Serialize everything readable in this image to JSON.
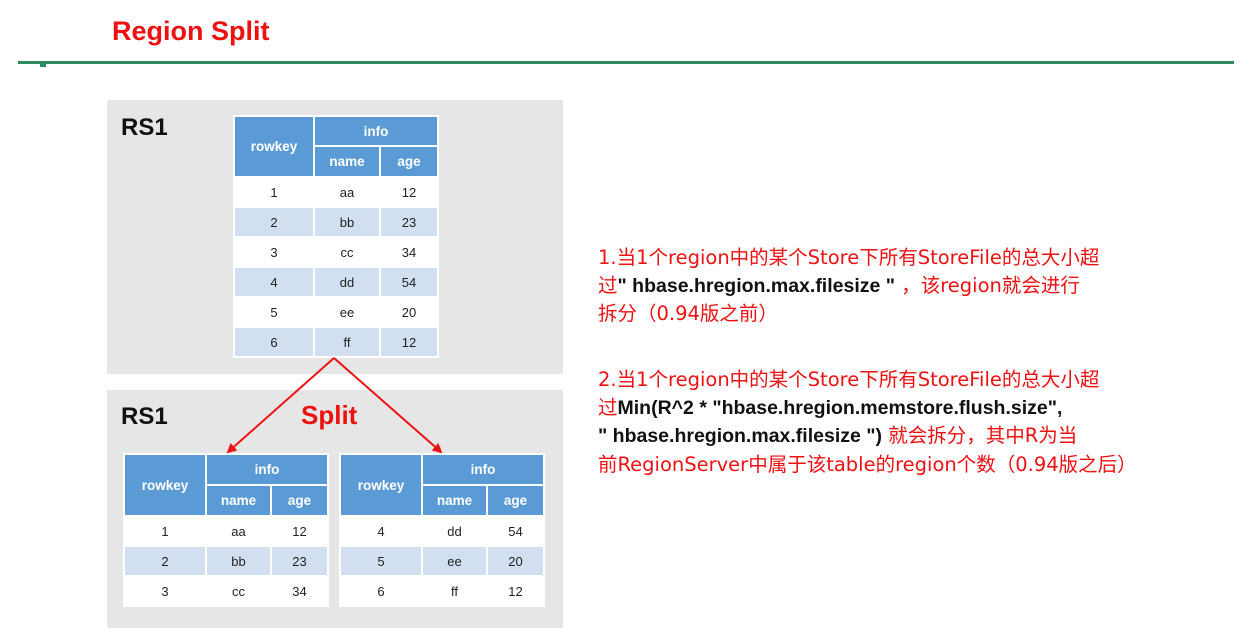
{
  "title": "Region Split",
  "rs_top_label": "RS1",
  "rs_bottom_label": "RS1",
  "split_label": "Split",
  "table_header": {
    "rowkey": "rowkey",
    "info": "info",
    "name": "name",
    "age": "age"
  },
  "table_before": [
    [
      "1",
      "aa",
      "12"
    ],
    [
      "2",
      "bb",
      "23"
    ],
    [
      "3",
      "cc",
      "34"
    ],
    [
      "4",
      "dd",
      "54"
    ],
    [
      "5",
      "ee",
      "20"
    ],
    [
      "6",
      "ff",
      "12"
    ]
  ],
  "table_left": [
    [
      "1",
      "aa",
      "12"
    ],
    [
      "2",
      "bb",
      "23"
    ],
    [
      "3",
      "cc",
      "34"
    ]
  ],
  "table_right": [
    [
      "4",
      "dd",
      "54"
    ],
    [
      "5",
      "ee",
      "20"
    ],
    [
      "6",
      "ff",
      "12"
    ]
  ],
  "note1": {
    "line1": "1.当1个region中的某个Store下所有StoreFile的总大小超",
    "line2_pre": "过",
    "line2_kw": "\" hbase.hregion.max.filesize \"",
    "line2_post": " ，该region就会进行",
    "line3": "拆分（0.94版之前）"
  },
  "note2": {
    "line1": "2.当1个region中的某个Store下所有StoreFile的总大小超",
    "line2_pre": "过",
    "line2_kw": "Min(R^2 * \"hbase.hregion.memstore.flush.size\",",
    "line3_kw": "\" hbase.hregion.max.filesize \")",
    "line3_post": " 就会拆分，其中R为当",
    "line4": "前RegionServer中属于该table的region个数（0.94版之后）"
  },
  "colors": {
    "title": "#ee1111",
    "rule": "#2e8b62",
    "header": "#5b9bd5",
    "row_alt": "#d2dff0",
    "panel": "#e6e6e6",
    "arrow": "#ee1111"
  }
}
